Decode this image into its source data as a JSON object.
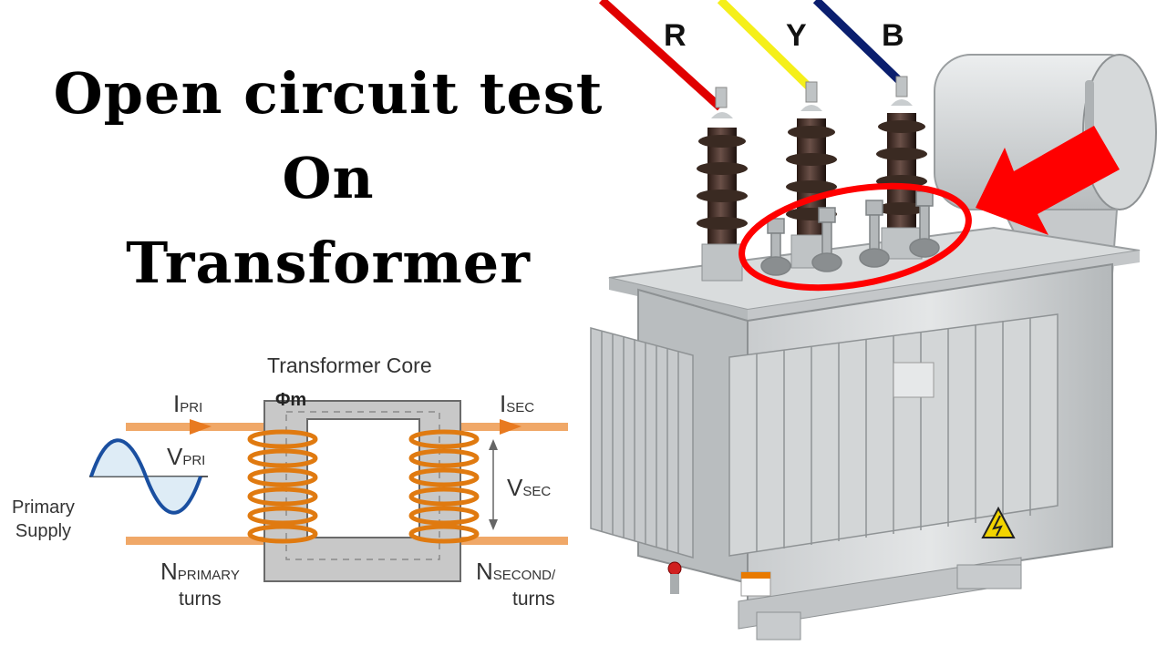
{
  "title": {
    "line1": "Open circuit test",
    "line2": "On",
    "line3": "Transformer"
  },
  "diagram": {
    "core_label": "Transformer Core",
    "flux": "Φm",
    "i_pri": "I",
    "i_pri_sub": "PRI",
    "v_pri": "V",
    "v_pri_sub": "PRI",
    "i_sec": "I",
    "i_sec_sub": "SEC",
    "v_sec": "V",
    "v_sec_sub": "SEC",
    "supply_line1": "Primary",
    "supply_line2": "Supply",
    "n_pri": "N",
    "n_pri_sub": "PRIMARY",
    "n_pri_turns": "turns",
    "n_sec": "N",
    "n_sec_sub": "SECOND/",
    "n_sec_turns": "turns"
  },
  "photo": {
    "phase_r": "R",
    "phase_y": "Y",
    "phase_b": "B",
    "colors": {
      "red": "#e00000",
      "yellow": "#f5ef1a",
      "blue": "#0a1e6e",
      "annotation": "#ff0000"
    }
  }
}
